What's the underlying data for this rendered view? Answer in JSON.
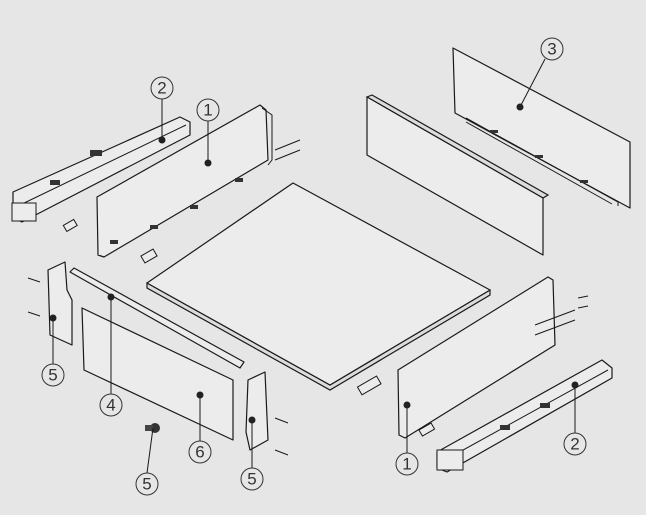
{
  "diagram": {
    "callouts": [
      {
        "id": "c-rail-left",
        "label": "2"
      },
      {
        "id": "c-side-left",
        "label": "1"
      },
      {
        "id": "c-back-panel",
        "label": "3"
      },
      {
        "id": "c-bracket-left",
        "label": "5"
      },
      {
        "id": "c-rod",
        "label": "4"
      },
      {
        "id": "c-front-panel",
        "label": "6"
      },
      {
        "id": "c-screw",
        "label": "5"
      },
      {
        "id": "c-bracket-right",
        "label": "5"
      },
      {
        "id": "c-side-right",
        "label": "1"
      },
      {
        "id": "c-rail-right",
        "label": "2"
      }
    ]
  }
}
